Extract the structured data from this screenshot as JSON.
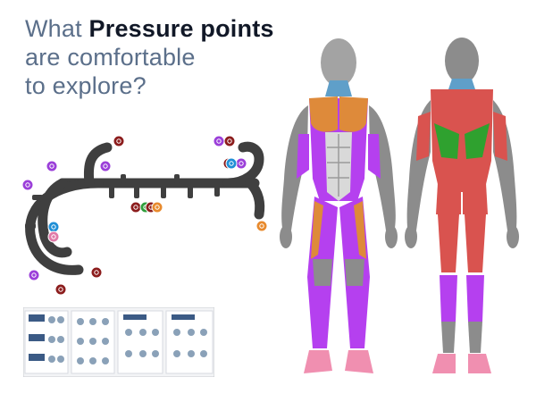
{
  "headline": {
    "prefix": "What ",
    "emphasis": "Pressure points",
    "line2": "are comfortable",
    "line3": "to explore?"
  },
  "colors": {
    "headline_text": "#5b6f8a",
    "headline_emphasis": "#111827",
    "tool_body": "#3f3f3f",
    "knob_purple": "#9b3fd9",
    "knob_darkred": "#8c1d1d",
    "knob_blue": "#1f8fd6",
    "knob_pink": "#e07aa8",
    "knob_orange": "#e88a2d",
    "knob_green": "#2f9e3b",
    "muscle_orange": "#de8a3a",
    "muscle_purple": "#b540ef",
    "muscle_red": "#d9534f",
    "muscle_green": "#2fa12f",
    "neck_blue": "#5f9fc9",
    "feet_pink": "#f08fb0",
    "skin_gray": "#9a9a9a"
  },
  "tool_knobs": [
    {
      "color": "knob_darkred"
    },
    {
      "color": "knob_purple"
    },
    {
      "color": "knob_purple"
    },
    {
      "color": "knob_purple"
    },
    {
      "color": "knob_darkred"
    },
    {
      "color": "knob_purple"
    },
    {
      "color": "knob_darkred"
    },
    {
      "color": "knob_blue"
    },
    {
      "color": "knob_pink"
    },
    {
      "color": "knob_purple"
    },
    {
      "color": "knob_darkred"
    },
    {
      "color": "knob_purple"
    },
    {
      "color": "knob_darkred"
    },
    {
      "color": "knob_blue"
    },
    {
      "color": "knob_purple"
    },
    {
      "color": "knob_darkred"
    },
    {
      "color": "knob_green"
    },
    {
      "color": "knob_darkred"
    },
    {
      "color": "knob_orange"
    },
    {
      "color": "knob_orange"
    }
  ],
  "icons": {
    "tool": "massage-hook-tool-icon",
    "front_figure": "anatomy-front-figure",
    "back_figure": "anatomy-back-figure",
    "booklet": "instruction-booklet-icon"
  }
}
